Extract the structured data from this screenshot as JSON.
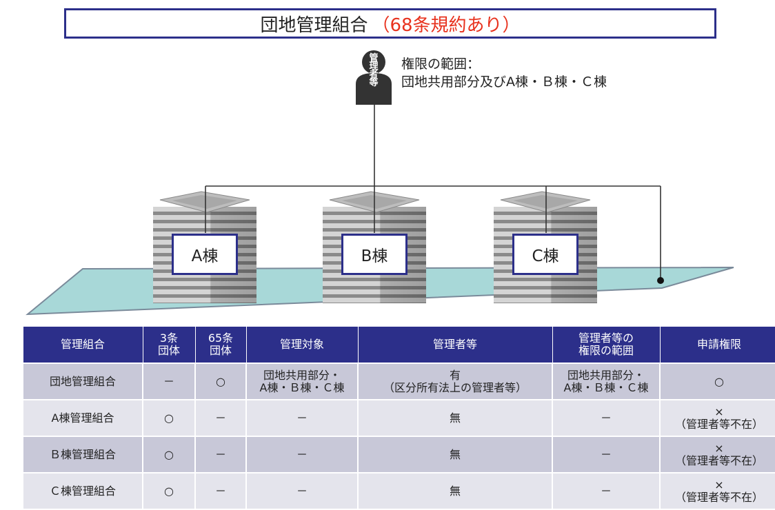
{
  "title": {
    "main": "団地管理組合",
    "note": "（68条規約あり）"
  },
  "manager": {
    "icon_text": "管\n理\n者\n等",
    "scope_label": "権限の範囲：",
    "scope_value": "団地共用部分及びA棟・Ｂ棟・Ｃ棟"
  },
  "buildings": [
    {
      "label": "A棟"
    },
    {
      "label": "B棟"
    },
    {
      "label": "C棟"
    }
  ],
  "colors": {
    "frame": "#2c2f8a",
    "accent_red": "#e8321e",
    "site": "#a8d8d8"
  },
  "table": {
    "headers": [
      "管理組合",
      "3条\n団体",
      "65条\n団体",
      "管理対象",
      "管理者等",
      "管理者等の\n権限の範囲",
      "申請権限"
    ],
    "rows": [
      [
        "団地管理組合",
        "－",
        "○",
        "団地共用部分・\nA棟・Ｂ棟・Ｃ棟",
        "有\n（区分所有法上の管理者等）",
        "団地共用部分・\nA棟・Ｂ棟・Ｃ棟",
        "○"
      ],
      [
        "A棟管理組合",
        "○",
        "－",
        "－",
        "無",
        "－",
        "×\n（管理者等不在）"
      ],
      [
        "Ｂ棟管理組合",
        "○",
        "－",
        "－",
        "無",
        "－",
        "×\n（管理者等不在）"
      ],
      [
        "Ｃ棟管理組合",
        "○",
        "－",
        "－",
        "無",
        "－",
        "×\n（管理者等不在）"
      ]
    ]
  }
}
